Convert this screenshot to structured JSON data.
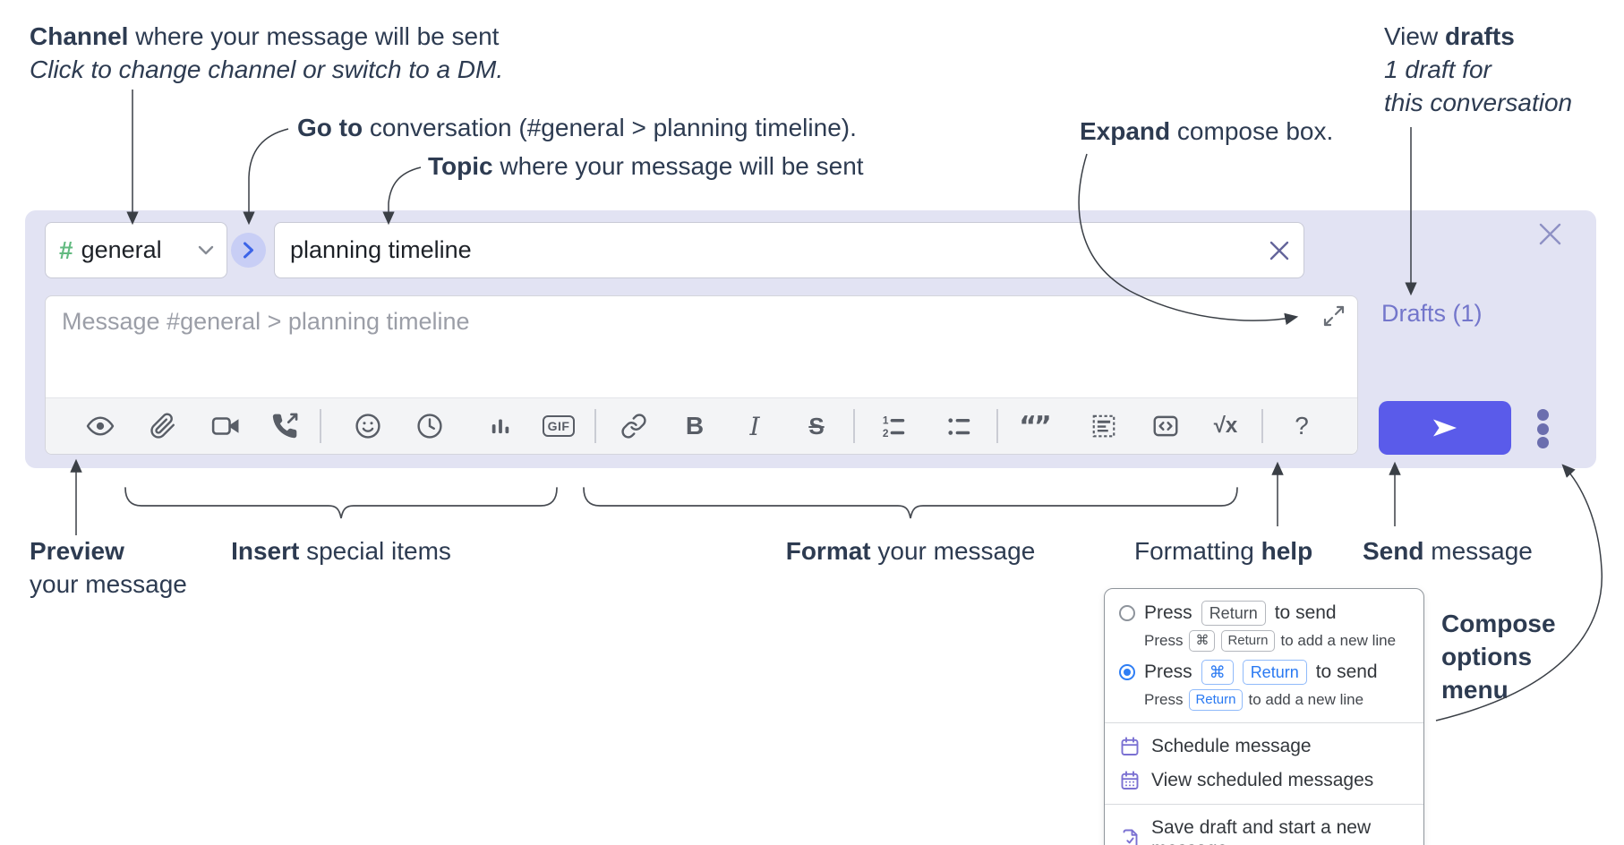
{
  "annotations": {
    "channel": {
      "bold": "Channel",
      "rest": " where your message will be sent",
      "line2": "Click to change channel or switch to a DM."
    },
    "goto": {
      "bold": "Go to",
      "rest": " conversation (#general > planning timeline)."
    },
    "topic": {
      "bold": "Topic",
      "rest": " where your message will be sent"
    },
    "expand": {
      "bold": "Expand",
      "rest": " compose box."
    },
    "view_drafts": {
      "pre": "View ",
      "bold": "drafts",
      "line2": "1 draft for",
      "line3": "this conversation"
    },
    "preview": {
      "bold": "Preview",
      "line2": "your message"
    },
    "insert": {
      "bold": "Insert",
      "rest": " special items"
    },
    "format": {
      "bold": "Format",
      "rest": " your message"
    },
    "formatting_help": {
      "pre": "Formatting ",
      "bold": "help"
    },
    "send_message": {
      "bold": "Send",
      "rest": " message"
    },
    "compose_options": {
      "line1": "Compose",
      "line2": "options",
      "line3": "menu"
    }
  },
  "compose": {
    "channel_hash": "#",
    "channel_name": "general",
    "topic_value": "planning timeline",
    "message_placeholder": "Message #general > planning timeline",
    "drafts_label": "Drafts (1)",
    "gif_label": "GIF",
    "bold_label": "B",
    "italic_label": "I",
    "strike_label": "S",
    "quote_label": "“”",
    "math_label": "√x",
    "help_label": "?",
    "toolbar_icons": [
      "preview-eye",
      "attach-paperclip",
      "video-call",
      "voice-call",
      "emoji",
      "global-time",
      "poll",
      "gif",
      "link",
      "bold",
      "italic",
      "strikethrough",
      "numbered-list",
      "bulleted-list",
      "quote",
      "spoiler",
      "code",
      "math",
      "formatting-help"
    ]
  },
  "popup": {
    "option1": {
      "t1": "Press",
      "key1": "Return",
      "t2": "to send",
      "s1": "Press",
      "skey1": "⌘",
      "skey2": "Return",
      "s2": "to add a new line"
    },
    "option2": {
      "t1": "Press",
      "key1": "⌘",
      "key2": "Return",
      "t2": "to send",
      "s1": "Press",
      "skey1": "Return",
      "s2": "to add a new line"
    },
    "items": {
      "schedule": "Schedule message",
      "view_scheduled": "View scheduled messages",
      "save_draft": "Save draft and start a new message"
    }
  },
  "colors": {
    "compose_bg": "#e2e3f3",
    "send_button": "#5a5bea",
    "drafts_link": "#7376cb",
    "radio_selected": "#2e7ef5",
    "key_blue": "#2979f2",
    "menu_icon_purple": "#7a70d2",
    "channel_hash_green": "#62ba80",
    "goto_arrow_blue": "#3c64e8",
    "annotation_text": "#2d3b51"
  }
}
